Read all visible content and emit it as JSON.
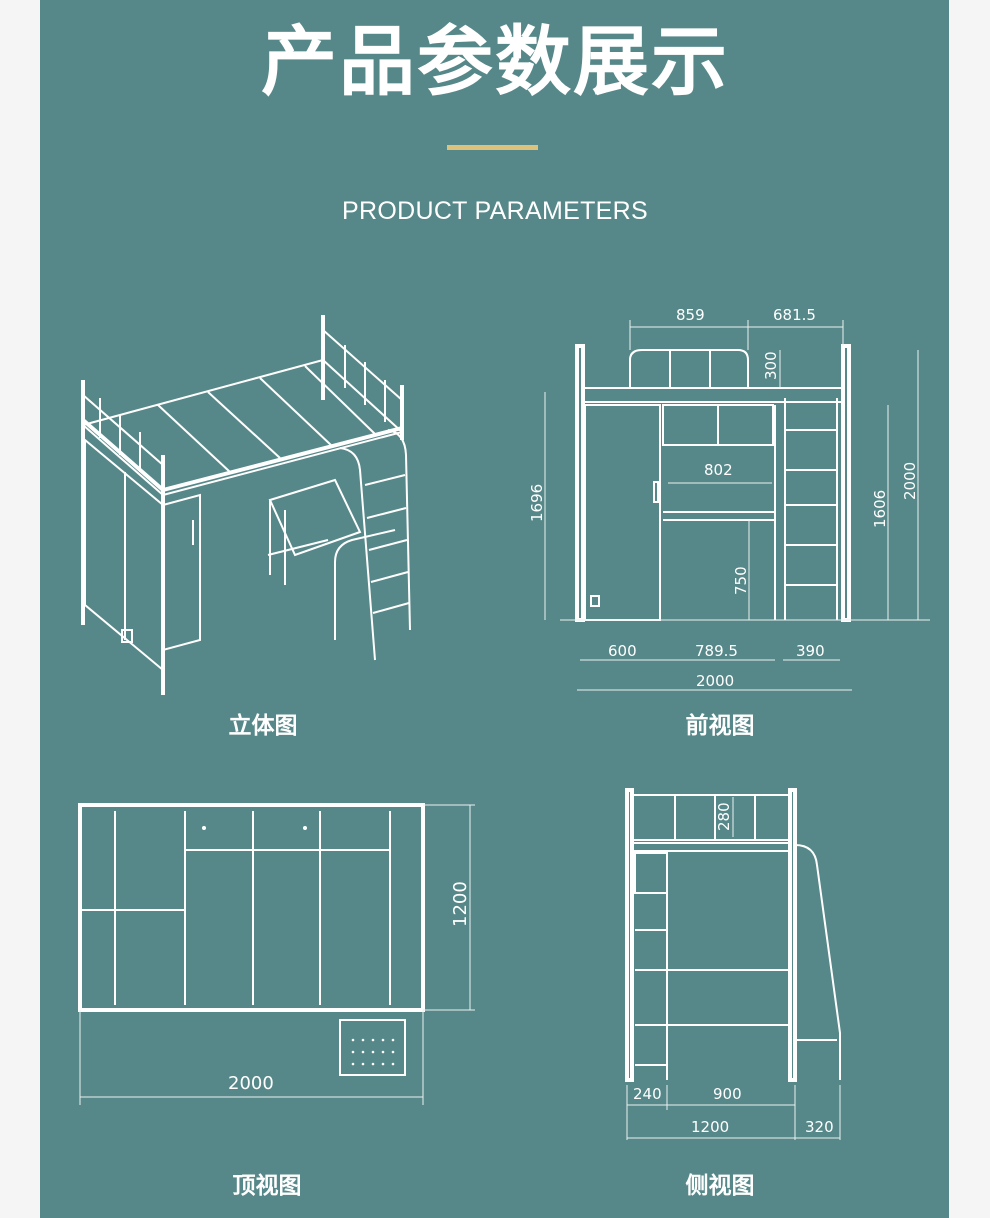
{
  "header": {
    "title": "产品参数展示",
    "subtitle": "PRODUCT PARAMETERS",
    "divider_color": "#dcc27a"
  },
  "colors": {
    "background": "#f5f5f5",
    "panel": "#578889",
    "line": "#ffffff"
  },
  "views": {
    "isometric": {
      "caption": "立体图"
    },
    "front": {
      "caption": "前视图",
      "dimensions": {
        "top_left": "859",
        "top_right": "681.5",
        "rail_height": "300",
        "desk_width": "802",
        "left_height": "1696",
        "right_inner_height": "1606",
        "total_height": "2000",
        "desk_height": "750",
        "bottom_left": "600",
        "bottom_middle": "789.5",
        "bottom_right": "390",
        "total_width": "2000"
      }
    },
    "top": {
      "caption": "顶视图",
      "dimensions": {
        "depth": "1200",
        "width": "2000"
      }
    },
    "side": {
      "caption": "侧视图",
      "dimensions": {
        "rail_height": "280",
        "left_segment": "240",
        "middle_segment": "900",
        "depth": "1200",
        "ladder_offset": "320"
      }
    }
  }
}
